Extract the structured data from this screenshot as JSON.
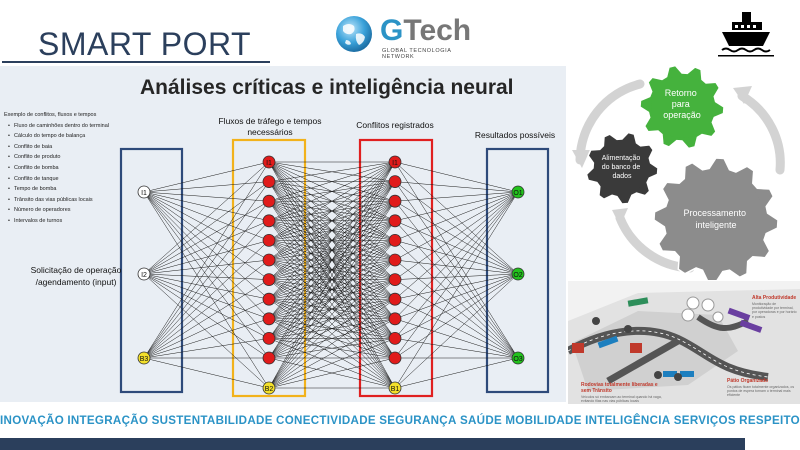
{
  "header": {
    "title": "SMART PORT",
    "logo": {
      "brand_g": "G",
      "brand_rest": "Tech",
      "tagline": "GLOBAL TECNOLOGIA NETWORK",
      "icon": "globe-icon"
    },
    "ship_icon": "ship-icon"
  },
  "diagram": {
    "heading": "Análises críticas e inteligência neural",
    "examples": {
      "heading": "Exemplo de conflitos, fluxos e tempos",
      "items": [
        "Fluxo de caminhões dentro do terminal",
        "Cálculo do tempo de balança",
        "Conflito de baia",
        "Conflito de produto",
        "Conflito de bomba",
        "Conflito de tanque",
        "Tempo de bomba",
        "Trânsito das vias públicas locais",
        "Número de operadores",
        "Intervalos de turnos"
      ]
    },
    "labels": {
      "fluxos": "Fluxos de tráfego e tempos necessários",
      "conflitos": "Conflitos registrados",
      "resultados": "Resultados possíveis",
      "input": "Solicitação de operação /agendamento (input)"
    },
    "input_nodes": [
      "I1",
      "I2",
      "B3"
    ],
    "layer1_top": "I1",
    "layer1_bottom": "B2",
    "layer2_top": "I1",
    "layer2_bottom": "B1",
    "output_nodes": [
      "O1",
      "O2",
      "O3"
    ],
    "colors": {
      "input_box": "#2e4a7a",
      "layer1_box": "#f2b21b",
      "layer2_box": "#e02020",
      "output_box": "#2e4a7a",
      "hidden_node": "#e01b1b",
      "output_node": "#22c21c",
      "input_node_yellow": "#f3e02a"
    }
  },
  "cycle": {
    "retorno": "Retorno para operação",
    "alimentacao": "Alimentação do banco de dados",
    "processamento": "Processamento inteligente",
    "colors": {
      "green": "#45b23d",
      "dark": "#3a3a3a",
      "gray": "#8c8c8c"
    }
  },
  "port_map": {
    "callout_1_title": "Alta Produtividade",
    "callout_1_note": "Monitoração de produtividade por terminal, por operadoras e por horário e postos",
    "callout_2_title": "Rodovias totalmente liberadas e sem Trânsito",
    "callout_2_note": "Veículos só embarcam ao terminal quando há vaga, evitando filas nas vias públicas locais",
    "callout_3_title": "Pátio Organizado",
    "callout_3_note": "Os pátios ficam totalmente organizados, os pontos de espera tornam o terminal mais eficiente"
  },
  "footer": {
    "keywords": [
      "INOVAÇÃO",
      "INTEGRAÇÃO",
      "SUSTENTABILIDADE",
      "CONECTIVIDADE",
      "SEGURANÇA",
      "SAÚDE",
      "MOBILIDADE",
      "INTELIGÊNCIA",
      "SERVIÇOS",
      "RESPEITO"
    ],
    "bar_color": "#2b3f5c"
  }
}
